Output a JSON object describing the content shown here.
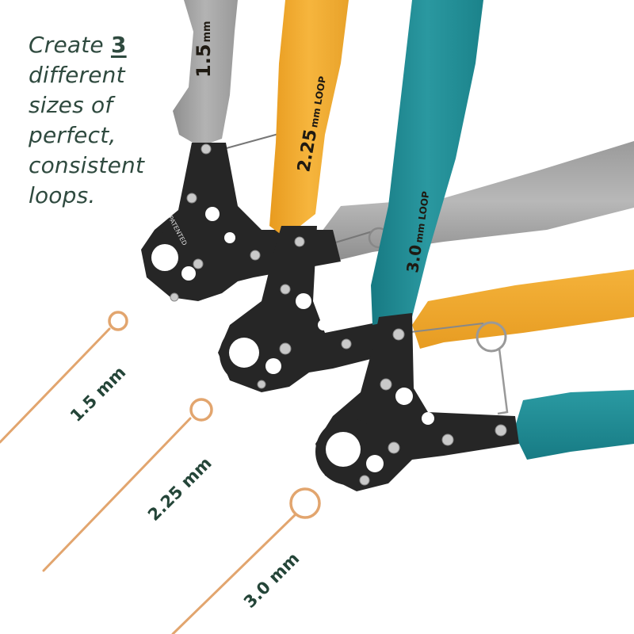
{
  "tagline": {
    "line1_prefix": "Create ",
    "line1_number": "3",
    "line2": "different",
    "line3": "sizes of",
    "line4": "perfect,",
    "line5": "consistent",
    "line6": "loops."
  },
  "wire_labels": [
    {
      "label": "1.5 mm"
    },
    {
      "label": "2.25 mm"
    },
    {
      "label": "3.0 mm"
    }
  ],
  "pliers": [
    {
      "handle_text_big": "1.5",
      "handle_text_small": "mm",
      "color": "#a8a8a8"
    },
    {
      "handle_text_big": "2.25",
      "handle_text_small": "mm LOOP",
      "color": "#f2ae30"
    },
    {
      "handle_text_big": "3.0",
      "handle_text_small": "mm LOOP",
      "color": "#1f8b93"
    }
  ],
  "stamp": {
    "text": "PATENTED"
  },
  "colors": {
    "text_green": "#2f4a3f",
    "label_green": "#244538",
    "wire_gold": "#e2a56e",
    "jaw_black": "#262626",
    "rivet": "#c9c9c9"
  }
}
